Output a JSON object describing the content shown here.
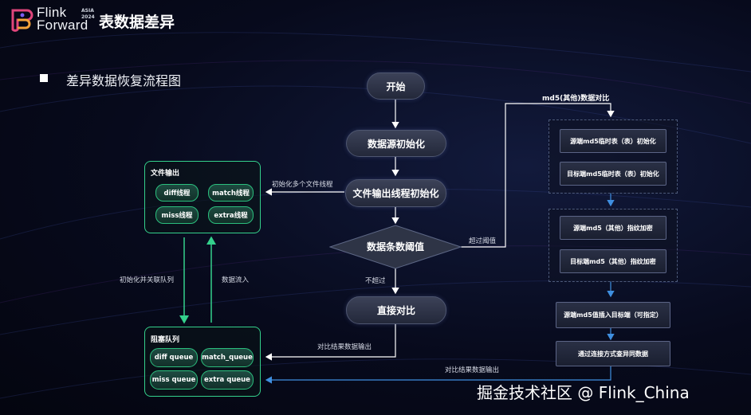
{
  "header": {
    "logo_line1": "Flink",
    "logo_line2": "Forward",
    "logo_badge_line1": "ASIA",
    "logo_badge_line2": "2024",
    "page_title": "表数据差异"
  },
  "subtitle": "差异数据恢复流程图",
  "main_flow": {
    "start": "开始",
    "init_source": "数据源初始化",
    "init_output_thread": "文件输出线程初始化",
    "decision": "数据条数阈值",
    "direct_compare": "直接对比",
    "label_not_exceed": "不超过",
    "label_exceed": "超过阈值",
    "label_init_threads": "初始化多个文件线程",
    "label_compare_output_1": "对比结果数据输出",
    "label_compare_output_2": "对比结果数据输出"
  },
  "file_output": {
    "title": "文件输出",
    "items": [
      "diff线程",
      "match线程",
      "miss线程",
      "extra线程"
    ]
  },
  "block_queue": {
    "title": "阻塞队列",
    "items": [
      "diff queue",
      "match_queue",
      "miss queue",
      "extra queue"
    ]
  },
  "side_labels": {
    "init_queues": "初始化并关联队列",
    "data_inflow": "数据流入"
  },
  "md5_flow": {
    "title": "md5(其他)数据对比",
    "step1": "源端md5临时表（表）初始化",
    "step2": "目标端md5临时表（表）初始化",
    "step3": "源端md5（其他）指纹加密",
    "step4": "目标端md5（其他）指纹加密",
    "step5": "源端md5值插入目标端（可指定）",
    "step6": "通过连接方式查异同数据"
  },
  "watermark": "掘金技术社区 @ Flink_China",
  "colors": {
    "accent_green": "#34d18c",
    "arrow_white": "#ffffff",
    "arrow_blue": "#3f8fe0"
  }
}
